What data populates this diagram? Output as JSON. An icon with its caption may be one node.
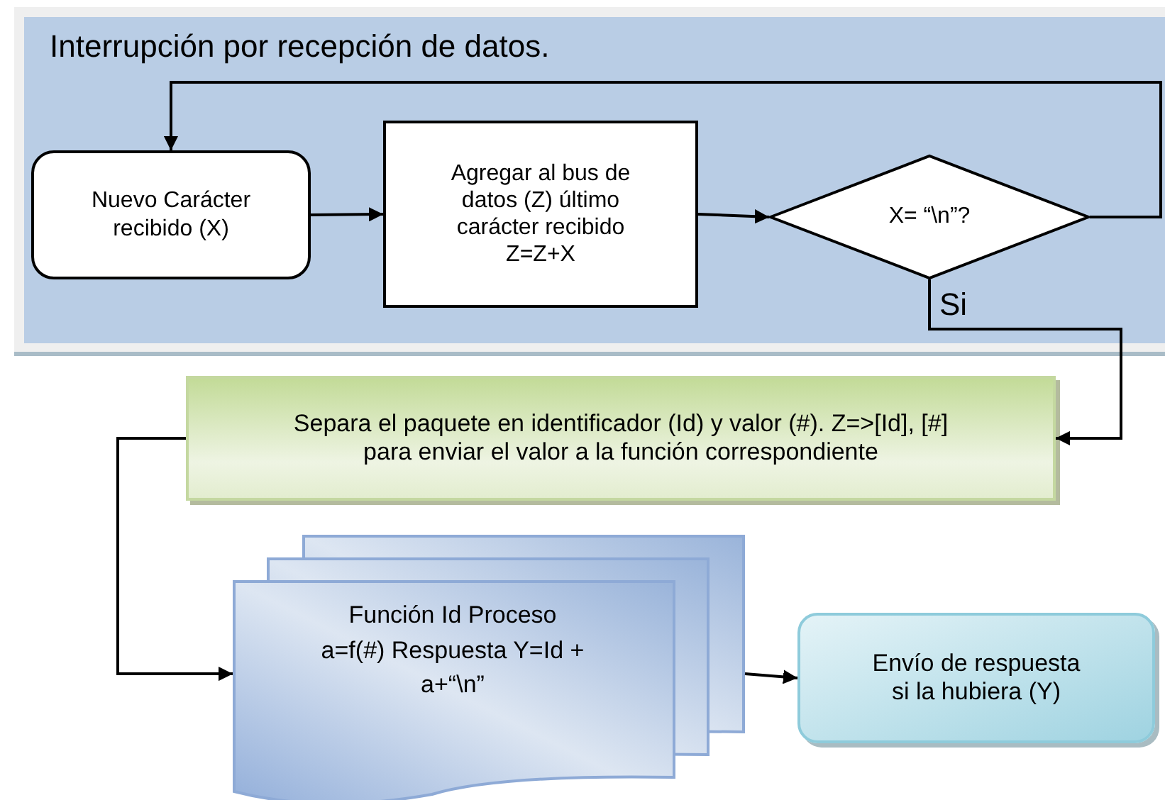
{
  "diagram": {
    "nodes": [
      {
        "text": [
          "Interrupción por recepción de datos."
        ]
      },
      {
        "text": [
          "Nuevo Carácter recibido (X)"
        ],
        "in": 0
      },
      {
        "text": [
          "Agregar al bus de datos (Z) último carácter recibido Z=Z+X"
        ],
        "in": 0
      },
      {
        "text": [
          "X= “\\n”?"
        ],
        "in": 0
      },
      {
        "text": [
          "Separa el paquete en identificador (Id) y valor (#). Z=>[Id], [#] para enviar el valor a la función correspondiente"
        ]
      },
      {
        "text": [
          "Función Id Proceso a=f(#) Respuesta Y=Id + a+“\\n”"
        ]
      },
      {
        "text": [
          "Envío de respuesta si la hubiera (Y)"
        ]
      }
    ],
    "edges": [
      {
        "from": 1,
        "to": 2,
        "arrow": "to"
      },
      {
        "from": 2,
        "to": 3,
        "arrow": "to"
      },
      {
        "from": 3,
        "to": 1,
        "arrow": "to"
      },
      {
        "from": 3,
        "to": 4,
        "arrow": "to",
        "label": "Si"
      },
      {
        "from": 4,
        "to": 5,
        "arrow": "to"
      },
      {
        "from": 5,
        "to": 6,
        "arrow": "to"
      }
    ]
  }
}
